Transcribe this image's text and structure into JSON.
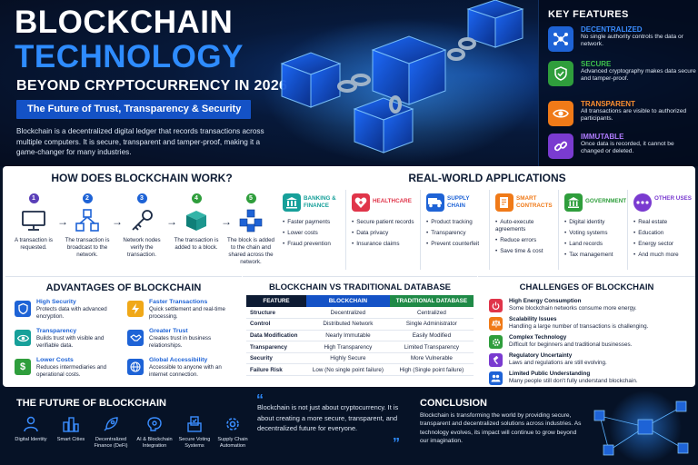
{
  "hero": {
    "title_line1": "BLOCKCHAIN",
    "title_line2": "TECHNOLOGY",
    "title_line3": "BEYOND CRYPTOCURRENCY IN 2026",
    "tagline": "The Future of Trust, Transparency & Security",
    "intro": "Blockchain is a decentralized digital ledger that records transactions across multiple computers. It is secure, transparent and tamper-proof, making it a game-changer for many industries."
  },
  "key_features": {
    "title": "KEY FEATURES",
    "items": [
      {
        "name": "DECENTRALIZED",
        "desc": "No single authority controls the data or network.",
        "color": "#1e63d6",
        "icon": "network-icon"
      },
      {
        "name": "SECURE",
        "desc": "Advanced cryptography makes data secure and tamper-proof.",
        "color": "#2f9e3c",
        "icon": "shield-check-icon"
      },
      {
        "name": "TRANSPARENT",
        "desc": "All transactions are visible to authorized participants.",
        "color": "#f07a18",
        "icon": "eye-icon"
      },
      {
        "name": "IMMUTABLE",
        "desc": "Once data is recorded, it cannot be changed or deleted.",
        "color": "#7a3bd0",
        "icon": "chain-link-icon"
      }
    ]
  },
  "how": {
    "title": "HOW DOES BLOCKCHAIN WORK?",
    "steps": [
      {
        "num": "1",
        "text": "A transaction is requested.",
        "color": "#5a3fb8"
      },
      {
        "num": "2",
        "text": "The transaction is broadcast to the network.",
        "color": "#1e63d6"
      },
      {
        "num": "3",
        "text": "Network nodes verify the transaction.",
        "color": "#1e63d6"
      },
      {
        "num": "4",
        "text": "The transaction is added to a block.",
        "color": "#2f9e3c"
      },
      {
        "num": "5",
        "text": "The block is added to the chain and shared across the network.",
        "color": "#2f9e3c"
      }
    ]
  },
  "apps": {
    "title": "REAL-WORLD APPLICATIONS",
    "items": [
      {
        "name": "BANKING & FINANCE",
        "color": "#17a09a",
        "icon": "bank-icon",
        "list": [
          "Faster payments",
          "Lower costs",
          "Fraud prevention"
        ]
      },
      {
        "name": "HEALTHCARE",
        "color": "#e0354a",
        "icon": "heart-plus-icon",
        "list": [
          "Secure patient records",
          "Data privacy",
          "Insurance claims"
        ]
      },
      {
        "name": "SUPPLY CHAIN",
        "color": "#1e63d6",
        "icon": "truck-icon",
        "list": [
          "Product tracking",
          "Transparency",
          "Prevent counterfeit"
        ]
      },
      {
        "name": "SMART CONTRACTS",
        "color": "#f07a18",
        "icon": "contract-icon",
        "list": [
          "Auto-execute agreements",
          "Reduce errors",
          "Save time & cost"
        ]
      },
      {
        "name": "GOVERNMENT",
        "color": "#2f9e3c",
        "icon": "government-building-icon",
        "list": [
          "Digital identity",
          "Voting systems",
          "Land records",
          "Tax management"
        ]
      },
      {
        "name": "OTHER USES",
        "color": "#7a3bd0",
        "icon": "more-dots-icon",
        "list": [
          "Real estate",
          "Education",
          "Energy sector",
          "And much more"
        ]
      }
    ]
  },
  "advantages": {
    "title": "ADVANTAGES OF BLOCKCHAIN",
    "items": [
      {
        "name": "High Security",
        "desc": "Protects data with advanced encryption.",
        "color": "#1e63d6",
        "icon": "shield-icon"
      },
      {
        "name": "Faster Transactions",
        "desc": "Quick settlement and real-time processing.",
        "color": "#f0a818",
        "icon": "lightning-icon"
      },
      {
        "name": "Transparency",
        "desc": "Builds trust with visible and verifiable data.",
        "color": "#17a09a",
        "icon": "eye-icon"
      },
      {
        "name": "Greater Trust",
        "desc": "Creates trust in business relationships.",
        "color": "#1e63d6",
        "icon": "handshake-icon"
      },
      {
        "name": "Lower Costs",
        "desc": "Reduces intermediaries and operational costs.",
        "color": "#2f9e3c",
        "icon": "dollar-icon"
      },
      {
        "name": "Global Accessibility",
        "desc": "Accessible to anyone with an internet connection.",
        "color": "#1e63d6",
        "icon": "globe-icon"
      }
    ]
  },
  "compare": {
    "title": "BLOCKCHAIN VS TRADITIONAL DATABASE",
    "headers": [
      "FEATURE",
      "BLOCKCHAIN",
      "TRADITIONAL DATABASE"
    ],
    "rows": [
      [
        "Structure",
        "Decentralized",
        "Centralized"
      ],
      [
        "Control",
        "Distributed Network",
        "Single Administrator"
      ],
      [
        "Data Modification",
        "Nearly Immutable",
        "Easily Modified"
      ],
      [
        "Transparency",
        "High Transparency",
        "Limited Transparency"
      ],
      [
        "Security",
        "Highly Secure",
        "More Vulnerable"
      ],
      [
        "Failure Risk",
        "Low (No single point failure)",
        "High (Single point failure)"
      ]
    ]
  },
  "challenges": {
    "title": "CHALLENGES OF BLOCKCHAIN",
    "items": [
      {
        "name": "High Energy Consumption",
        "desc": "Some blockchain networks consume more energy.",
        "color": "#e0354a",
        "icon": "power-icon"
      },
      {
        "name": "Scalability Issues",
        "desc": "Handling a large number of transactions is challenging.",
        "color": "#f07a18",
        "icon": "scale-icon"
      },
      {
        "name": "Complex Technology",
        "desc": "Difficult for beginners and traditional businesses.",
        "color": "#2f9e3c",
        "icon": "gear-icon"
      },
      {
        "name": "Regulatory Uncertainty",
        "desc": "Laws and regulations are still evolving.",
        "color": "#7a3bd0",
        "icon": "gavel-icon"
      },
      {
        "name": "Limited Public Understanding",
        "desc": "Many people still don't fully understand blockchain.",
        "color": "#1e63d6",
        "icon": "people-icon"
      }
    ]
  },
  "future": {
    "title": "THE FUTURE OF BLOCKCHAIN",
    "items": [
      {
        "label": "Digital Identity",
        "icon": "person-icon"
      },
      {
        "label": "Smart Cities",
        "icon": "city-icon"
      },
      {
        "label": "Decentralized Finance (DeFi)",
        "icon": "rocket-icon"
      },
      {
        "label": "AI & Blockchain Integration",
        "icon": "ai-icon"
      },
      {
        "label": "Secure Voting Systems",
        "icon": "ballot-icon"
      },
      {
        "label": "Supply Chain Automation",
        "icon": "gear-icon"
      }
    ],
    "quote": "Blockchain is not just about cryptocurrency. It is about creating a more secure, transparent, and decentralized future for everyone."
  },
  "conclusion": {
    "title": "CONCLUSION",
    "text": "Blockchain is transforming the world by providing secure, transparent and decentralized solutions across industries. As technology evolves, its impact will continue to grow beyond our imagination."
  }
}
